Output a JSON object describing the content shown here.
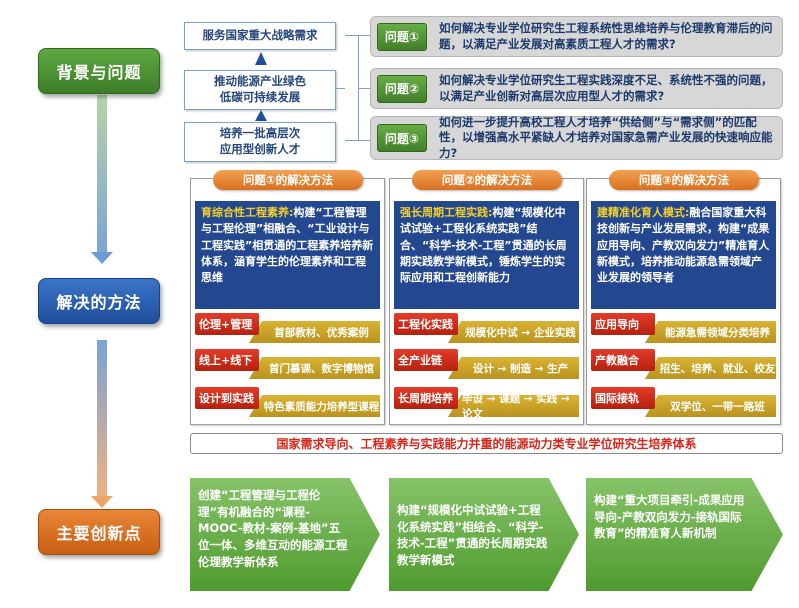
{
  "stages": {
    "background": "背景与问题",
    "methods": "解决的方法",
    "innovation": "主要创新点"
  },
  "background": [
    "服务国家重大战略需求",
    "推动能源产业绿色低碳可持续发展",
    "培养一批高层次应用型创新人才"
  ],
  "problems": [
    {
      "tag": "问题①",
      "text": "如何解决专业学位研究生工程系统性思维培养与伦理教育滞后的问题，以满足产业发展对高素质工程人才的需求?"
    },
    {
      "tag": "问题②",
      "text": "如何解决专业学位研究生工程实践深度不足、系统性不强的问题，以满足产业创新对高层次应用型人才的需求?"
    },
    {
      "tag": "问题③",
      "text": "如何进一步提升高校工程人才培养“供给侧”与“需求侧”的匹配性，以增强高水平紧缺人才培养对国家急需产业发展的快速响应能力?"
    }
  ],
  "methods": [
    {
      "title": "问题①的解决方法",
      "highlight": "育综合性工程素养:",
      "desc": "构建“工程管理与工程伦理”相融合、“工业设计与工程实践”相贯通的工程素养培养新体系，涵育学生的伦理素养和工程思维",
      "items": [
        {
          "label": "伦理+管理",
          "value": "首部教材、优秀案例"
        },
        {
          "label": "线上+线下",
          "value": "首门慕课、数字博物馆"
        },
        {
          "label": "设计到实践",
          "value": "特色素质能力培养型课程"
        }
      ]
    },
    {
      "title": "问题②的解决方法",
      "highlight": "强长周期工程实践:",
      "desc": "构建“规模化中试试验+工程化系统实践”结合、“科学-技术-工程”贯通的长周期实践教学新模式，锤炼学生的实际应用和工程创新能力",
      "items": [
        {
          "label": "工程化实践",
          "value": "规模化中试 → 企业实践"
        },
        {
          "label": "全产业链",
          "value": "设计 → 制造 → 生产"
        },
        {
          "label": "长周期培养",
          "value": "毕设 → 课题 → 实践 → 论文"
        }
      ]
    },
    {
      "title": "问题③的解决方法",
      "highlight": "建精准化育人模式:",
      "desc": "融合国家重大科技创新与产业发展需求，构建“成果应用导向、产教双向发力”精准育人新模式，培养推动能源急需领域产业发展的领导者",
      "items": [
        {
          "label": "应用导向",
          "value": "能源急需领域分类培养"
        },
        {
          "label": "产教融合",
          "value": "招生、培养、就业、校友"
        },
        {
          "label": "国际接轨",
          "value": "双学位、一带一路班"
        }
      ]
    }
  ],
  "banner": "国家需求导向、工程素养与实践能力并重的能源动力类专业学位研究生培养体系",
  "innovations": [
    "创建“工程管理与工程伦理”有机融合的“课程-MOOC-教材-案例-基地”五位一体、多维互动的能源工程伦理教学新体系",
    "构建“规模化中试试验+工程化系统实践”相结合、“科学-技术-工程”贯通的长周期实践教学新模式",
    "构建“重大项目牵引-成果应用导向-产教双向发力-接轨国际教育”的精准育人新机制"
  ],
  "colors": {
    "green": "#4f9b2e",
    "blue": "#24488f",
    "orange": "#d9701f",
    "red": "#d7261b",
    "gold": "#c69a28"
  }
}
